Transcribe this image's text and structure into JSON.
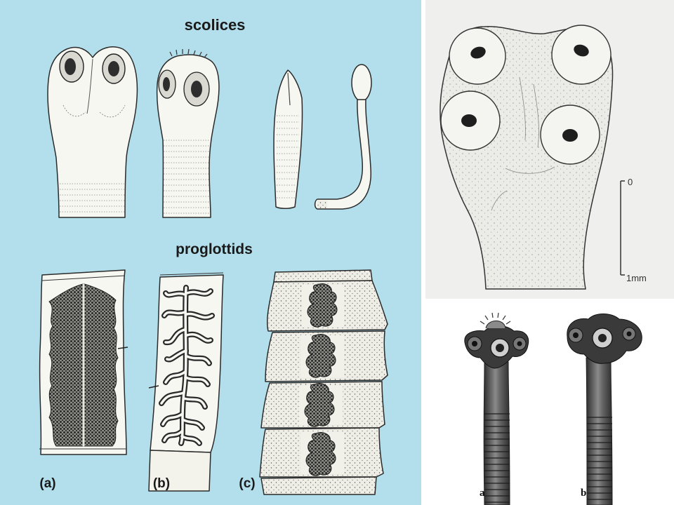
{
  "colors": {
    "left_panel_background": "#b3dfec",
    "top_right_panel_background": "#efefed",
    "bottom_right_panel_background": "#ffffff"
  },
  "left_panel": {
    "scolices_heading": "scolices",
    "proglottids_heading": "proglottids",
    "proglottid_labels": [
      "(a)",
      "(b)",
      "(c)"
    ]
  },
  "top_right_panel": {
    "scale_bar": {
      "zero_label": "0",
      "length_label": "1mm"
    }
  },
  "bottom_right_panel": {
    "labels": [
      "a",
      "b"
    ]
  }
}
